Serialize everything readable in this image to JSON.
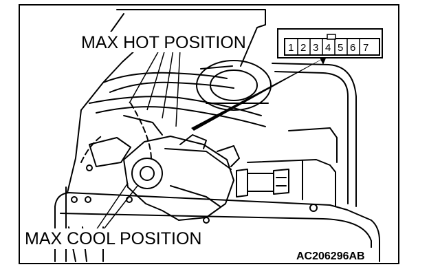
{
  "labels": {
    "max_hot": "MAX HOT POSITION",
    "max_cool": "MAX COOL POSITION",
    "reference": "AC206296AB"
  },
  "connector": {
    "pins": [
      "1",
      "2",
      "3",
      "4",
      "5",
      "6",
      "7"
    ]
  },
  "colors": {
    "line": "#000000",
    "background": "#ffffff"
  }
}
